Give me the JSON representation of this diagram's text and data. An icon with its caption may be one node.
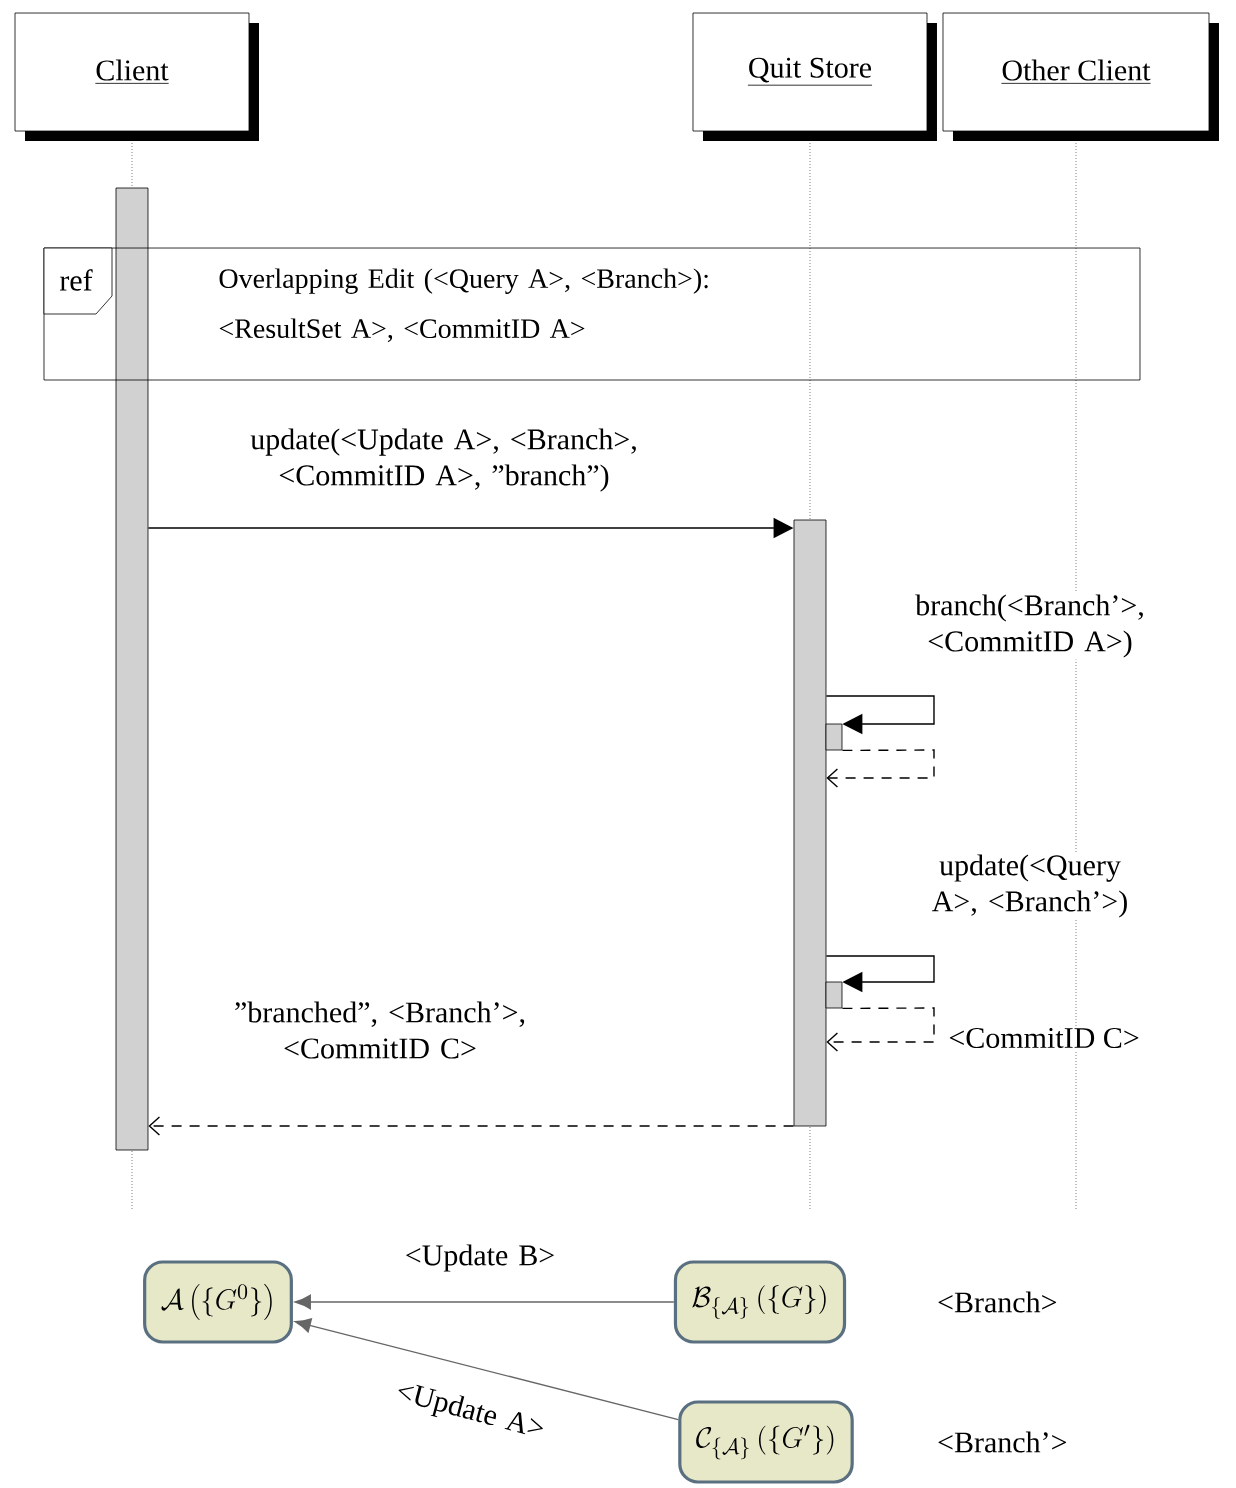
{
  "diagram": {
    "nodes": [
      {
        "text": [
          "Client"
        ]
      },
      {
        "text": [
          "Quit Store"
        ]
      },
      {
        "text": [
          "Other Client"
        ]
      },
      {
        "text": [
          "ref",
          "Overlapping Edit (<Query A>, <Branch>): <ResultSet A>, <CommitID A>"
        ]
      },
      {
        "text": [],
        "shape": "bar"
      },
      {
        "text": [],
        "shape": "bar"
      },
      {
        "text": [],
        "shape": "bar"
      },
      {
        "text": [],
        "shape": "bar"
      },
      {
        "text": [
          "\\mathcal{A}\\left(\\{G^0\\}\\right)"
        ]
      },
      {
        "text": [
          "\\mathcal{B}_{\\{\\mathcal{A}\\}}\\left(\\{G\\}\\right)"
        ],
        "beside": [
          "<Branch>"
        ]
      },
      {
        "text": [
          "\\mathcal{C}_{\\{\\mathcal{A}\\}}\\left(\\{G'\\}\\right)"
        ],
        "beside": [
          "<Branch’>"
        ]
      }
    ],
    "edges": [
      {
        "from": 4,
        "to": 5,
        "arrow": "to",
        "label": "update(<Update A>, <Branch>, <CommitID A>, ”branch”)"
      },
      {
        "from": 5,
        "to": 6,
        "arrow": "to",
        "label": "branch(<Branch’>, <CommitID A>)"
      },
      {
        "from": 6,
        "to": 5,
        "arrow": "to",
        "style": "dashed"
      },
      {
        "from": 5,
        "to": 7,
        "arrow": "to",
        "label": "update(<Query A>, <Branch’>)"
      },
      {
        "from": 7,
        "to": 5,
        "arrow": "to",
        "style": "dashed",
        "label": "<CommitID C>"
      },
      {
        "from": 5,
        "to": 4,
        "arrow": "to",
        "style": "dashed",
        "label": "”branched”, <Branch’>, <CommitID C>"
      },
      {
        "from": 9,
        "to": 8,
        "arrow": "to",
        "color": "#666666",
        "label": "<Update B>"
      },
      {
        "from": 10,
        "to": 8,
        "arrow": "to",
        "color": "#666666",
        "label": "<Update A>"
      }
    ]
  }
}
